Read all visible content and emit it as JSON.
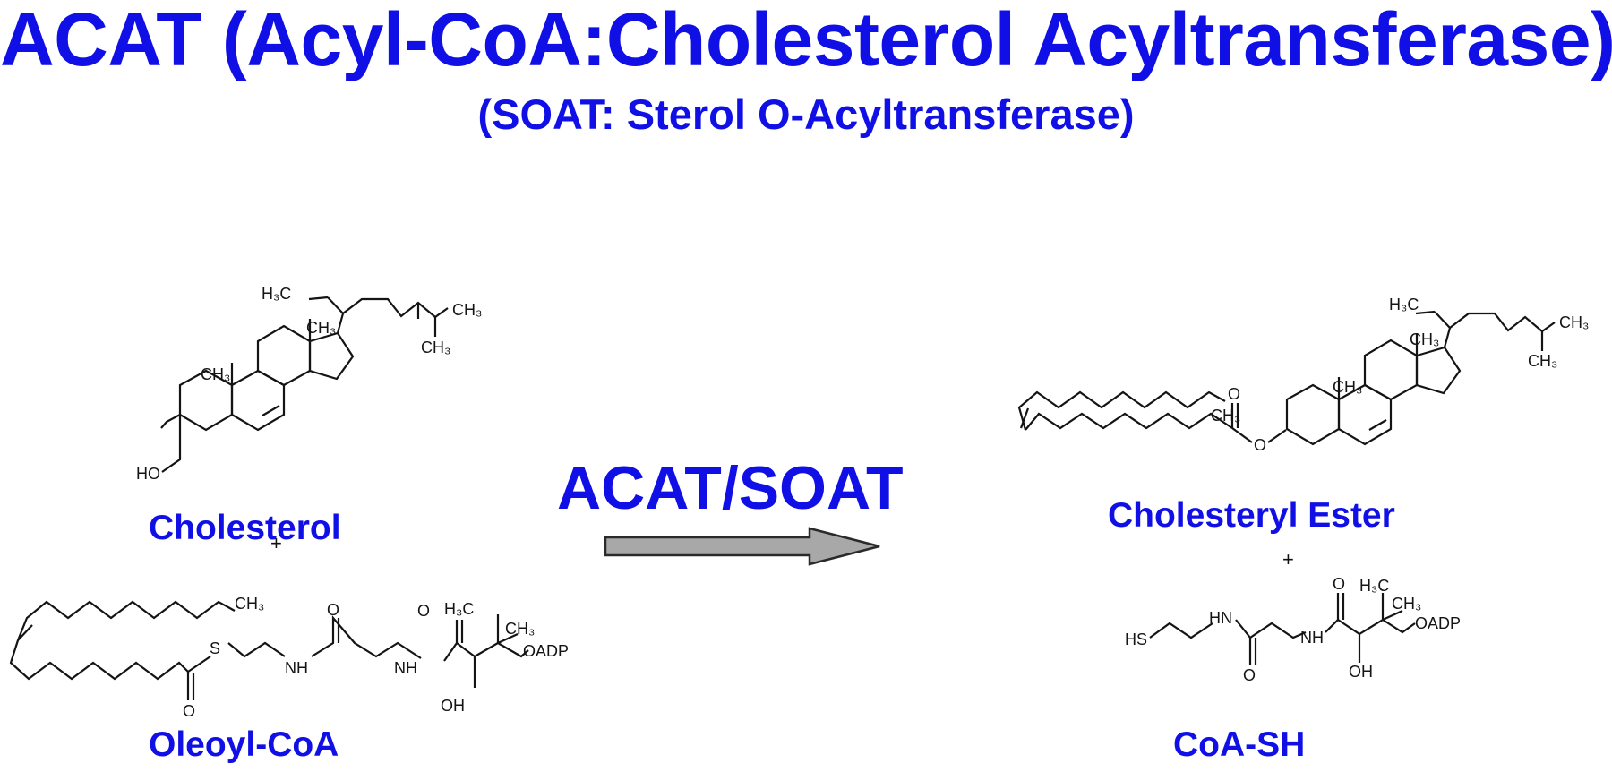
{
  "title": "ACAT (Acyl-CoA:Cholesterol Acyltransferase)",
  "subtitle": "(SOAT: Sterol O-Acyltransferase)",
  "enzyme_label": "ACAT/SOAT",
  "reactants": {
    "cholesterol": "Cholesterol",
    "plus": "+",
    "oleoyl_coa": "Oleoyl-CoA"
  },
  "products": {
    "cholesteryl_ester": "Cholesteryl Ester",
    "plus": "+",
    "coa_sh": "CoA-SH"
  },
  "atoms": {
    "h3c": "H₃C",
    "ch3": "CH₃",
    "ho": "HO",
    "o": "O",
    "oh": "OH",
    "s": "S",
    "nh": "NH",
    "hn": "HN",
    "hs": "HS",
    "oadp": "OADP"
  },
  "colors": {
    "label_blue": "#1010e6",
    "arrow_fill": "#a8a8a8",
    "arrow_stroke": "#2a2a2a",
    "structure_ink": "#141414"
  }
}
